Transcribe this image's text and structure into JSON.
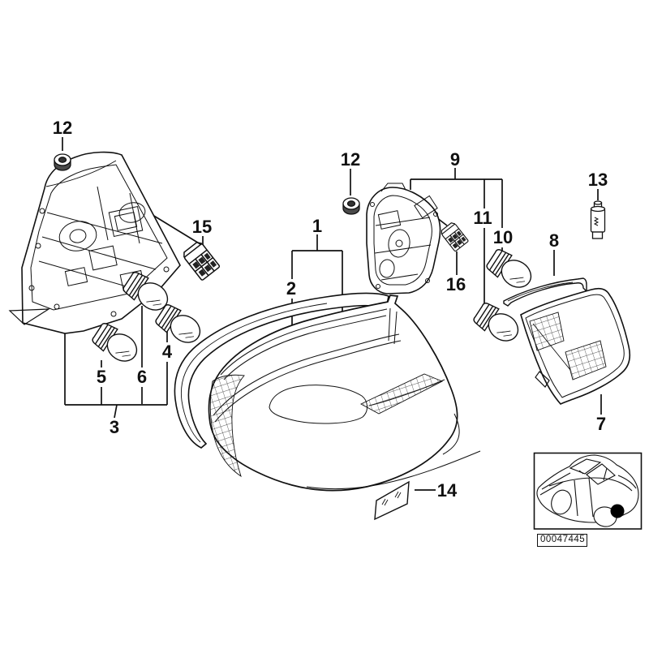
{
  "callouts": {
    "n12_left": "12",
    "n15": "15",
    "n1": "1",
    "n2": "2",
    "n12_right": "12",
    "n9": "9",
    "n11": "11",
    "n10": "10",
    "n16": "16",
    "n8": "8",
    "n13": "13",
    "n4": "4",
    "n5": "5",
    "n6": "6",
    "n3": "3",
    "n14": "14",
    "n7": "7"
  },
  "footer": {
    "image_number": "00047445"
  },
  "colors": {
    "line": "#111111",
    "background": "#ffffff",
    "location_marker": "#000000"
  }
}
